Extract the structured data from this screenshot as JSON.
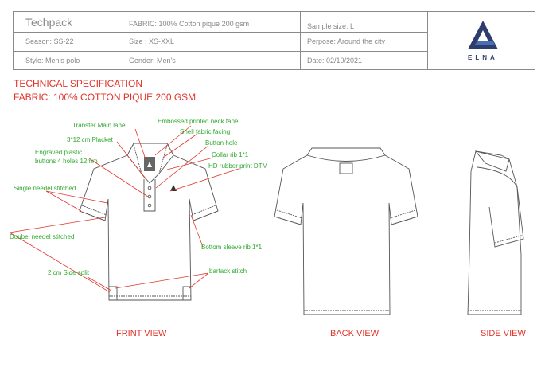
{
  "header": {
    "title": "Techpack",
    "fabric": "FABRIC: 100% Cotton pique 200 gsm",
    "sample_size": "Sample size: L",
    "season": "Season: SS-22",
    "size": "Size : XS-XXL",
    "purpose": "Perpose: Around the city",
    "style": "Style: Men's polo",
    "gender": "Gender:  Men's",
    "date": "Date: 02/10/2021",
    "logo_text": "ELNA"
  },
  "titles": {
    "line1": "TECHNICAL SPECIFICATION",
    "line2": "FABRIC: 100% COTTON PIQUE 200 GSM"
  },
  "labels": {
    "transfer": "Transfer Main label",
    "embossed": "Embossed printed neck tape",
    "shell": "Shell fabric facing",
    "placket": "3*12 cm Placket",
    "buttonhole": "Button hole",
    "engraved1": "Engraved plastic",
    "engraved2": "buttons 4 holes 12mm",
    "collar": "Collar rib 1*1",
    "rubber": "HD rubber print DTM",
    "single": "Single needel stitched",
    "doubel": "Doubel needel stitched",
    "sleeve": "Bottom sleeve rib 1*1",
    "split": "2 cm Side split",
    "bartack": "bartack stitch"
  },
  "views": {
    "front": "FRINT VIEW",
    "back": "BACK VIEW",
    "side": "SIDE VIEW"
  },
  "colors": {
    "accent_red": "#e0342a",
    "label_green": "#2fa82f",
    "logo_blue": "#2f3d6e"
  }
}
